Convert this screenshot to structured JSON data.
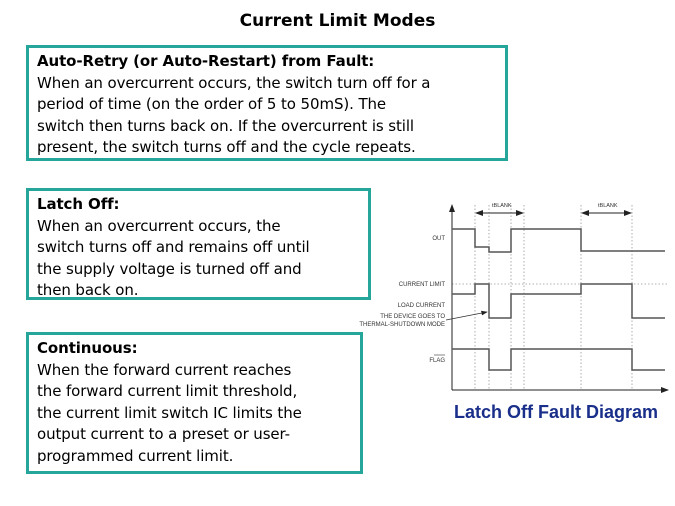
{
  "title": "Current Limit Modes",
  "sections": [
    {
      "heading": "Auto-Retry (or Auto-Restart) from Fault:",
      "lines": [
        "When an overcurrent occurs, the switch turn off for a",
        "period of time (on the order of 5 to 50mS). The",
        "switch then turns back on. If the overcurrent  is still",
        "present, the switch turns off and the cycle repeats."
      ]
    },
    {
      "heading": "Latch Off:",
      "lines": [
        "When an overcurrent occurs, the",
        "switch turns off and remains off until",
        "the supply voltage is turned off and",
        "then back on."
      ]
    },
    {
      "heading": "Continuous:",
      "lines": [
        "When the forward current reaches",
        "the forward current limit threshold,",
        "the current limit switch IC limits the",
        "output current to a preset or user-",
        "programmed current limit."
      ]
    }
  ],
  "diagram": {
    "caption": "Latch Off Fault Diagram",
    "caption_color": "#1a2f8a",
    "accent_color": "#26a69a",
    "tblank_labels": [
      "tBLANK",
      "tBLANK"
    ],
    "signal_labels": {
      "out": "OUT",
      "current_limit": "CURRENT LIMIT",
      "load_current": "LOAD CURRENT",
      "annotation_line1": "THE DEVICE GOES TO",
      "annotation_line2": "THERMAL-SHUTDOWN MODE",
      "flag": "FLAG"
    }
  }
}
